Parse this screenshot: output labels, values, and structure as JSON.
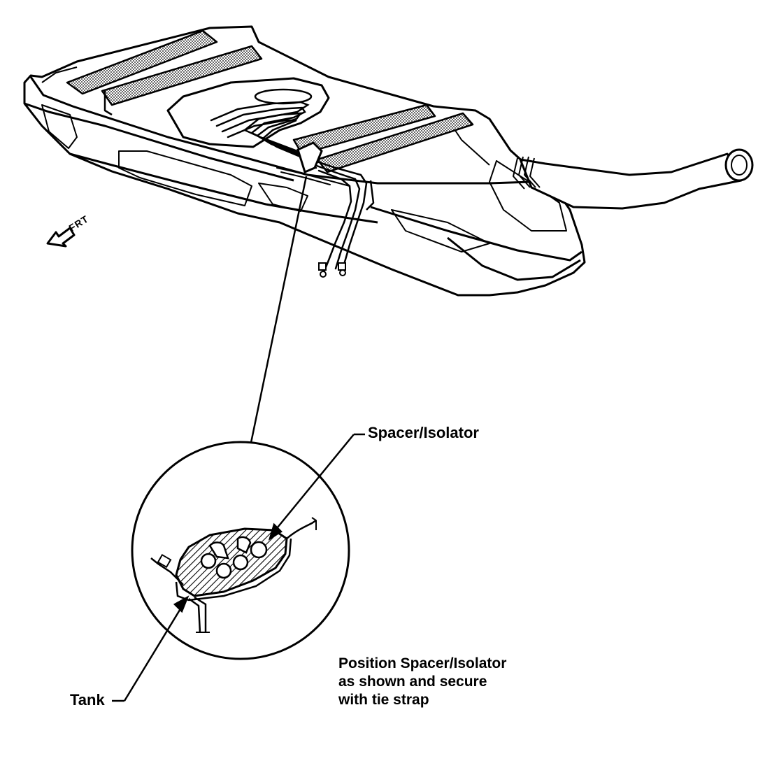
{
  "labels": {
    "front_arrow": "FRT",
    "spacer_isolator": "Spacer/Isolator",
    "tank": "Tank",
    "instruction_line1": "Position Spacer/Isolator",
    "instruction_line2": "as shown and secure",
    "instruction_line3": "with tie strap"
  },
  "colors": {
    "ink": "#000000",
    "paper": "#ffffff",
    "strap_fill": "#bdbdbd"
  }
}
